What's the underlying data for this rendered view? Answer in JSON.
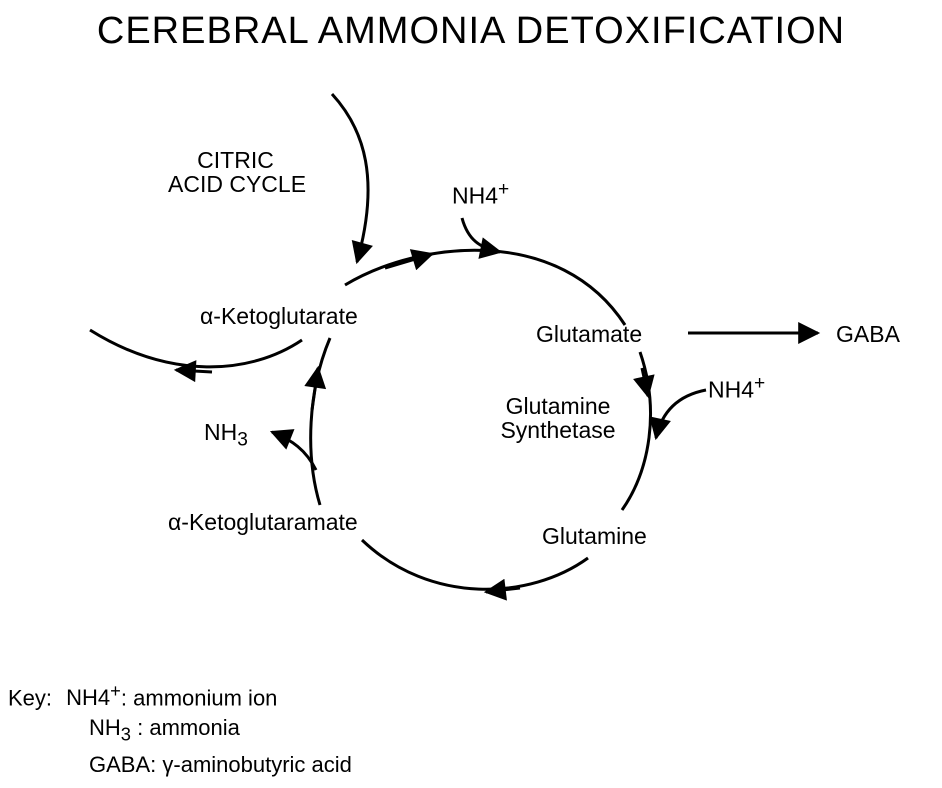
{
  "diagram": {
    "title": "CEREBRAL AMMONIA DETOXIFICATION",
    "labels": {
      "cycle_line1": "CITRIC",
      "cycle_line2": "ACID CYCLE",
      "nh4_top": "NH4",
      "nh4_top_sup": "+",
      "alpha_kg": "α-Ketoglutarate",
      "glutamate": "Glutamate",
      "gaba": "GABA",
      "nh4_right": "NH4",
      "nh4_right_sup": "+",
      "enzyme_line1": "Glutamine",
      "enzyme_line2": "Synthetase",
      "nh3": "NH",
      "nh3_sub": "3",
      "alpha_kgm": "α-Ketoglutaramate",
      "glutamine": "Glutamine"
    }
  },
  "key": {
    "prefix": "Key:",
    "rows": [
      {
        "term": "NH4",
        "sup": "+",
        "sep": ":",
        "desc": "ammonium ion"
      },
      {
        "term": "NH",
        "sub": "3",
        "sep": " :",
        "desc": "ammonia"
      },
      {
        "term": "GABA",
        "sep": ":",
        "desc": "γ-aminobutyric acid"
      }
    ]
  }
}
